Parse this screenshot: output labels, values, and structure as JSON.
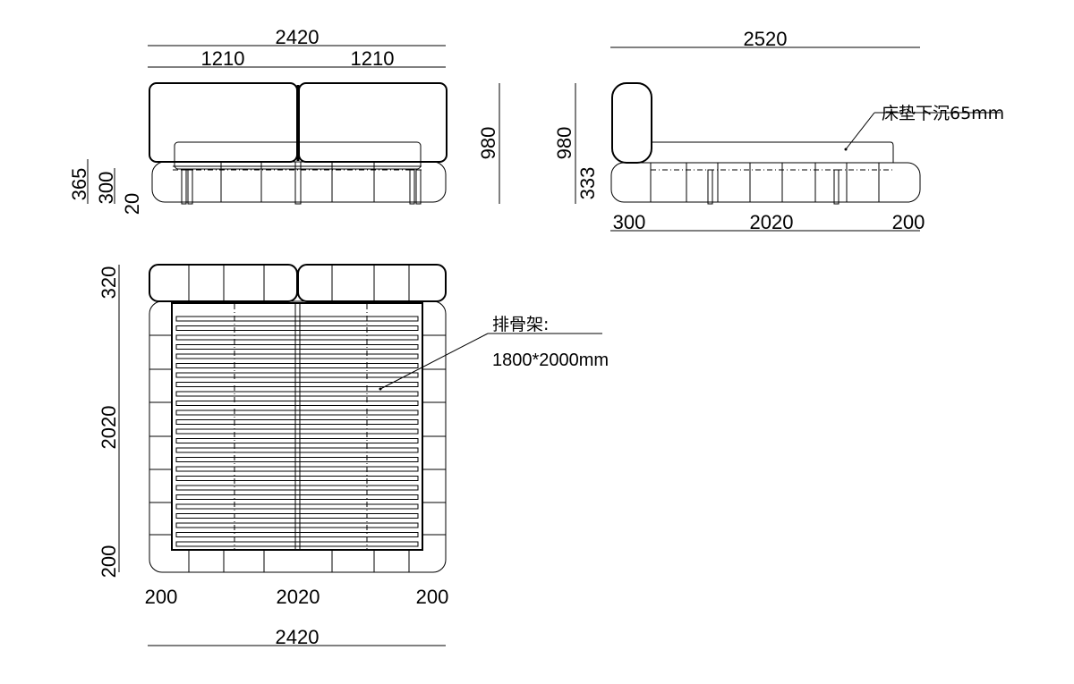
{
  "front_view": {
    "total_width": "2420",
    "half_width_left": "1210",
    "half_width_right": "1210",
    "height": "980",
    "base_height": "365",
    "frame_height": "300",
    "leg_clearance": "20"
  },
  "side_view": {
    "total_length": "2520",
    "height": "980",
    "base_height": "333",
    "headboard_depth": "300",
    "bed_length": "2020",
    "footboard_depth": "200",
    "note": "床垫下沉65mm"
  },
  "top_view": {
    "headboard_depth": "320",
    "bed_length": "2020",
    "footboard_depth": "200",
    "side_left": "200",
    "inner_width": "2020",
    "side_right": "200",
    "total_width": "2420",
    "slat_label": "排骨架:",
    "slat_size": "1800*2000mm"
  }
}
